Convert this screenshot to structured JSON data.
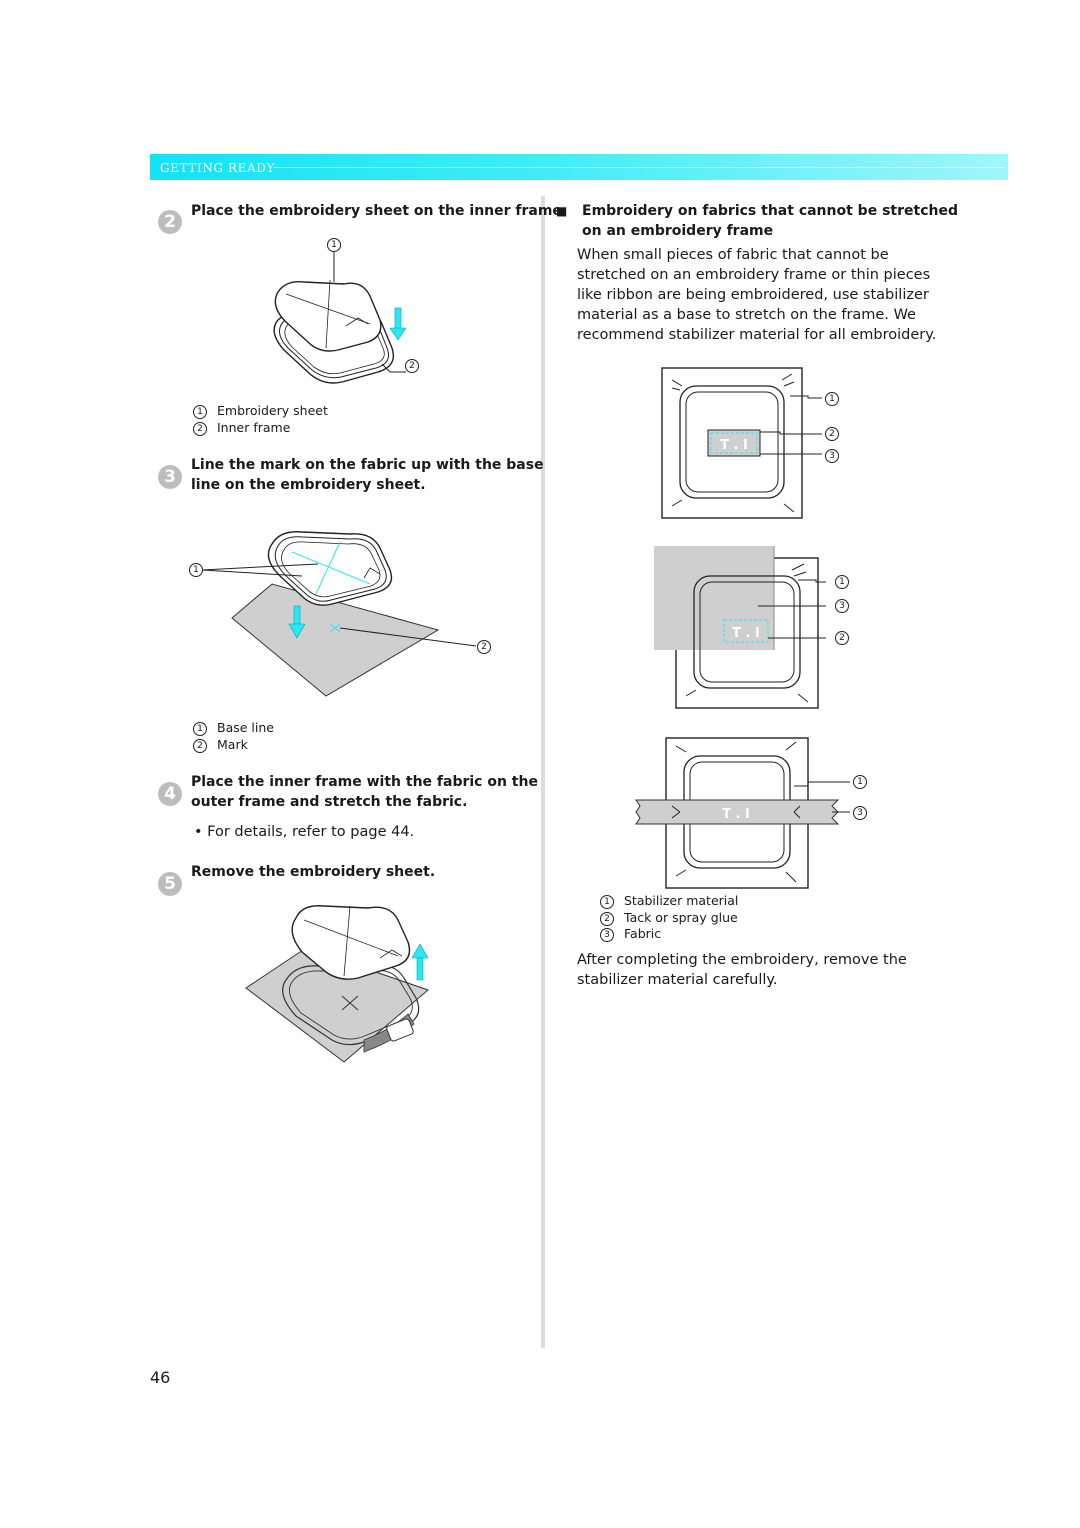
{
  "header": {
    "section": "GETTING READY"
  },
  "colors": {
    "accent": "#13e3f3",
    "arrow": "#2ee6f2",
    "fabric": "#cfcfcf"
  },
  "left": {
    "step2": {
      "num": "2",
      "heading": "Place the embroidery sheet on the inner frame.",
      "figure_labels": [
        "1",
        "2"
      ],
      "callouts": [
        {
          "num": "1",
          "text": "Embroidery sheet"
        },
        {
          "num": "2",
          "text": "Inner frame"
        }
      ]
    },
    "step3": {
      "num": "3",
      "heading_line1": "Line the mark on the fabric up with the base",
      "heading_line2": "line on the embroidery sheet.",
      "figure_labels": [
        "1",
        "2"
      ],
      "callouts": [
        {
          "num": "1",
          "text": "Base line"
        },
        {
          "num": "2",
          "text": "Mark"
        }
      ]
    },
    "step4": {
      "num": "4",
      "heading_line1": "Place the inner frame with the fabric on the",
      "heading_line2": "outer frame and stretch the fabric.",
      "bullet": "• For details, refer to page 44."
    },
    "step5": {
      "num": "5",
      "heading": "Remove the embroidery sheet."
    }
  },
  "right": {
    "section_bullet": "■",
    "section_title_line1": "Embroidery on fabrics that cannot be stretched",
    "section_title_line2": "on an embroidery frame",
    "paragraph": [
      "When small pieces of fabric that cannot be",
      "stretched on an embroidery frame or thin pieces",
      "like ribbon are being embroidered, use stabilizer",
      "material as a base to stretch on the frame. We",
      "recommend stabilizer material for all embroidery."
    ],
    "fig_text": "T . I",
    "fig1_labels": [
      "1",
      "2",
      "3"
    ],
    "fig2_labels": [
      "1",
      "3",
      "2"
    ],
    "fig3_labels": [
      "1",
      "3"
    ],
    "callouts": [
      {
        "num": "1",
        "text": "Stabilizer material"
      },
      {
        "num": "2",
        "text": "Tack or spray glue"
      },
      {
        "num": "3",
        "text": "Fabric"
      }
    ],
    "closing": [
      "After completing the embroidery, remove the",
      "stabilizer material carefully."
    ]
  },
  "page_number": "46"
}
